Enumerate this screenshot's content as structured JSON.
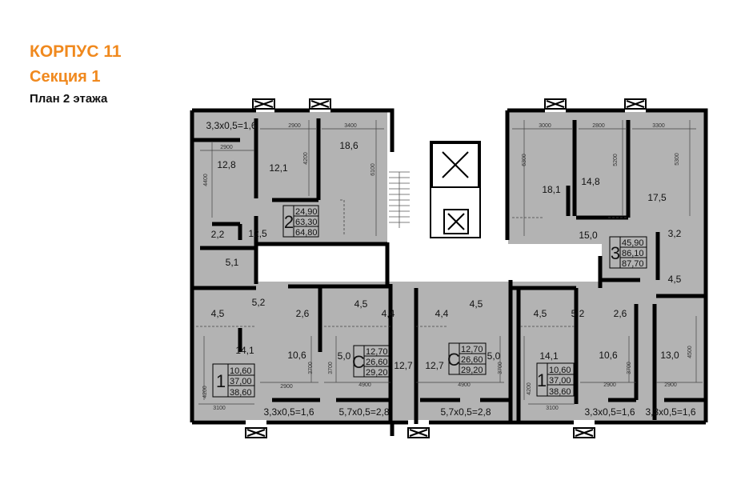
{
  "header": {
    "building": "КОРПУС 11",
    "section": "Секция 1",
    "plan": "План 2 этажа"
  },
  "colors": {
    "accent": "#f0891e",
    "room_fill": "#b3b3b3",
    "wall": "#000000"
  },
  "apartments": {
    "two_room": {
      "rooms": "2",
      "areas": [
        "24,90",
        "63,30",
        "64,80"
      ],
      "labels": {
        "balcony": "3,3x0,5=1,6",
        "r1": "12,8",
        "r2": "12,1",
        "r3": "18,6",
        "wc": "2,2",
        "hall": "12,5",
        "bath": "5,1"
      },
      "dims": {
        "d1": "2900",
        "d2": "4400",
        "d3": "2900",
        "d4": "4200",
        "d5": "3400",
        "d6": "6100"
      }
    },
    "three_room": {
      "rooms": "3",
      "areas": [
        "45,90",
        "86,10",
        "87,70"
      ],
      "labels": {
        "r1": "18,1",
        "r2": "14,8",
        "r3": "17,5",
        "hall": "15,0",
        "wc": "3,2",
        "bath": "4,5"
      },
      "dims": {
        "d1": "3000",
        "d2": "6300",
        "d3": "2800",
        "d4": "5200",
        "d5": "3300",
        "d6": "5300"
      }
    },
    "one_left": {
      "rooms": "1",
      "areas": [
        "10,60",
        "37,00",
        "38,60"
      ],
      "labels": {
        "bath": "4,5",
        "hall": "5,2",
        "closet": "2,6",
        "kitchen": "14,1",
        "room": "10,6",
        "balcony": "3,3x0,5=1,6"
      },
      "dims": {
        "d1": "3700",
        "d2": "2900",
        "d3": "4200",
        "d4": "3100"
      }
    },
    "studio_left": {
      "rooms": "С",
      "areas": [
        "12,70",
        "26,60",
        "29,20"
      ],
      "labels": {
        "bath": "4,5",
        "hall": "4,4",
        "kitchen": "5,0",
        "room": "12,7",
        "balcony": "5,7x0,5=2,8"
      },
      "dims": {
        "d1": "3700",
        "d2": "4900"
      }
    },
    "studio_right": {
      "rooms": "С",
      "areas": [
        "12,70",
        "26,60",
        "29,20"
      ],
      "labels": {
        "hall": "4,4",
        "bath": "4,5",
        "room": "12,7",
        "kitchen": "5,0",
        "balcony": "5,7x0,5=2,8"
      },
      "dims": {
        "d1": "3700",
        "d2": "4900"
      }
    },
    "one_right": {
      "rooms": "1",
      "areas": [
        "10,60",
        "37,00",
        "38,60"
      ],
      "labels": {
        "bath": "4,5",
        "hall": "5,2",
        "closet": "2,6",
        "kitchen": "14,1",
        "room": "10,6",
        "balcony": "3,3x0,5=1,6"
      },
      "dims": {
        "d1": "3700",
        "d2": "2900",
        "d3": "4200",
        "d4": "3100"
      }
    },
    "corner_room": {
      "labels": {
        "room": "13,0",
        "balcony": "3,3x0,5=1,6"
      },
      "dims": {
        "d1": "4500",
        "d2": "2900"
      }
    }
  }
}
